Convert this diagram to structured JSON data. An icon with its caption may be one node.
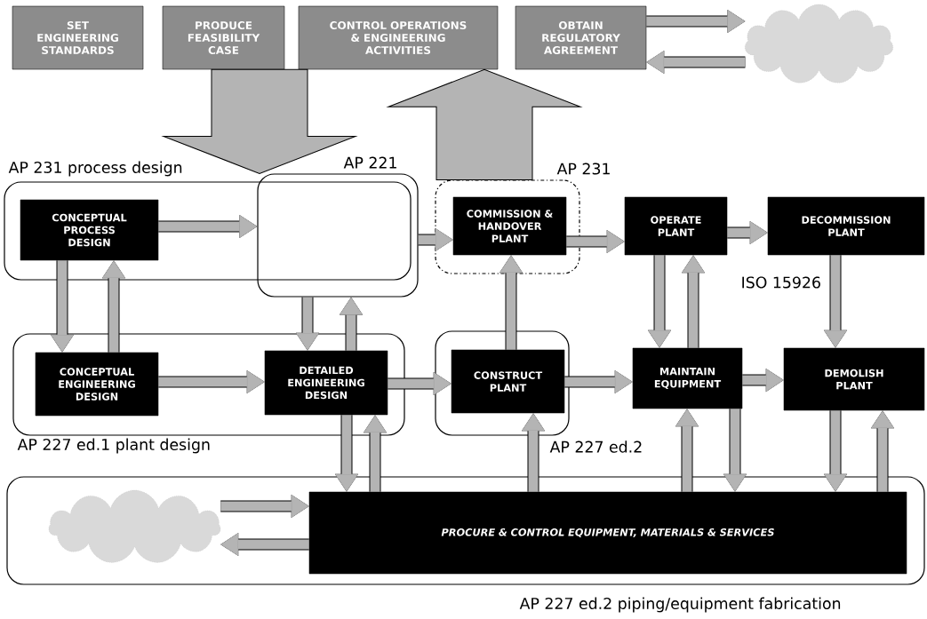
{
  "diagram": {
    "nodes": [
      {
        "text": [
          "AP 231 process design"
        ]
      },
      {
        "text": [
          "AP 221"
        ]
      },
      {
        "text": [
          "CONCEPTUAL PROCESS DESIGN"
        ],
        "in": 0
      },
      {
        "text": [
          "AP 231"
        ]
      },
      {
        "text": [
          "COMMISSION & HANDOVER PLANT"
        ],
        "in": 3
      },
      {
        "text": [
          "OPERATE PLANT"
        ]
      },
      {
        "text": [
          "DECOMMISSION PLANT"
        ]
      },
      {
        "text": [
          "AP 227 ed.1 plant design"
        ]
      },
      {
        "text": [
          "CONCEPTUAL ENGINEERING DESIGN"
        ],
        "in": 7
      },
      {
        "text": [
          "DETAILED ENGINEERING DESIGN"
        ],
        "in": 7
      },
      {
        "text": [
          "AP 227 ed.2"
        ]
      },
      {
        "text": [
          "CONSTRUCT PLANT"
        ],
        "in": 10
      },
      {
        "text": [
          "MAINTAIN EQUIPMENT"
        ]
      },
      {
        "text": [
          "DEMOLISH PLANT"
        ]
      },
      {
        "text": [
          "AP 227 ed.2 piping/equipment fabrication"
        ]
      },
      {
        "text": [],
        "shape": "cloud",
        "in": 14
      },
      {
        "text": [
          "PROCURE & CONTROL EQUIPMENT, MATERIALS & SERVICES"
        ],
        "in": 14
      },
      {
        "text": [
          "SET ENGINEERING STANDARDS"
        ]
      },
      {
        "text": [
          "PRODUCE FEASIBILITY CASE"
        ]
      },
      {
        "text": [
          "CONTROL OPERATIONS & ENGINEERING ACTIVITIES"
        ]
      },
      {
        "text": [
          "OBTAIN REGULATORY AGREEMENT"
        ]
      },
      {
        "text": [],
        "shape": "cloud"
      }
    ],
    "edges": [
      {
        "from": 2,
        "to": 1,
        "arrow": "to"
      },
      {
        "from": 1,
        "to": 4,
        "arrow": "to"
      },
      {
        "from": 4,
        "to": 5,
        "arrow": "to"
      },
      {
        "from": 5,
        "to": 6,
        "arrow": "to"
      },
      {
        "from": 2,
        "to": 8,
        "arrow": "to"
      },
      {
        "from": 8,
        "to": 2,
        "arrow": "to"
      },
      {
        "from": 1,
        "to": 9,
        "arrow": "to"
      },
      {
        "from": 9,
        "to": 1,
        "arrow": "to"
      },
      {
        "from": 8,
        "to": 9,
        "arrow": "to"
      },
      {
        "from": 9,
        "to": 11,
        "arrow": "to"
      },
      {
        "from": 11,
        "to": 4,
        "arrow": "to"
      },
      {
        "from": 11,
        "to": 12,
        "arrow": "to"
      },
      {
        "from": 12,
        "to": 13,
        "arrow": "to"
      },
      {
        "from": 5,
        "to": 12,
        "arrow": "to"
      },
      {
        "from": 12,
        "to": 5,
        "arrow": "to"
      },
      {
        "from": 6,
        "to": 13,
        "arrow": "to"
      },
      {
        "from": 9,
        "to": 16,
        "arrow": "to"
      },
      {
        "from": 16,
        "to": 9,
        "arrow": "to"
      },
      {
        "from": 16,
        "to": 11,
        "arrow": "to"
      },
      {
        "from": 16,
        "to": 12,
        "arrow": "to"
      },
      {
        "from": 12,
        "to": 16,
        "arrow": "to"
      },
      {
        "from": 13,
        "to": 16,
        "arrow": "to"
      },
      {
        "from": 16,
        "to": 13,
        "arrow": "to"
      },
      {
        "from": 15,
        "to": 16,
        "arrow": "to"
      },
      {
        "from": 16,
        "to": 15,
        "arrow": "to"
      },
      {
        "from": 20,
        "to": 21,
        "arrow": "to"
      },
      {
        "from": 21,
        "to": 20,
        "arrow": "to"
      },
      {
        "from": 18,
        "to": 1,
        "arrow": "to",
        "style": "thick"
      },
      {
        "from": 3,
        "to": 19,
        "arrow": "to",
        "style": "thick"
      }
    ],
    "labels": [
      "ISO 15926"
    ]
  }
}
